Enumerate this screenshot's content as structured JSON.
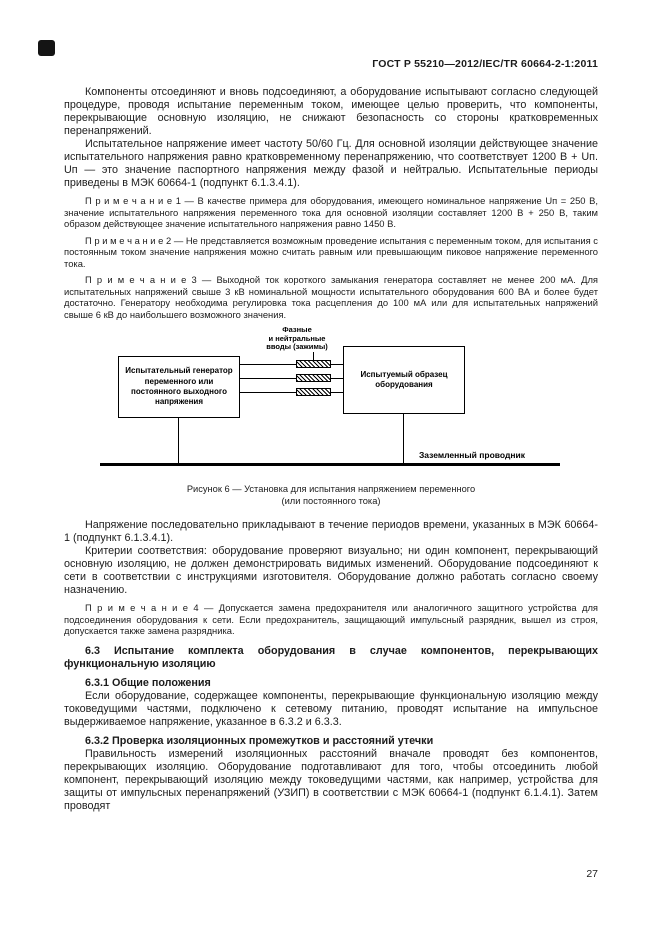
{
  "header": {
    "title": "ГОСТ Р 55210—2012/IEC/TR 60664-2-1:2011"
  },
  "content": {
    "p1": "Компоненты отсоединяют и вновь подсоединяют, а оборудование испытывают согласно следующей процедуре, проводя испытание переменным током, имеющее целью проверить, что компоненты, перекрывающие основную изоляцию, не снижают безопасность со стороны кратковременных перенапряжений.",
    "p2": "Испытательное напряжение имеет частоту 50/60 Гц. Для основной изоляции действующее значение испытательного напряжения равно кратковременному перенапряжению, что соответствует 1200 В + Uп. Uп — это значение паспортного напряжения между фазой и нейтралью. Испытательные периоды приведены в МЭК 60664-1 (подпункт 6.1.3.4.1).",
    "note1": "П р и м е ч а н и е  1 — В качестве примера для оборудования, имеющего номинальное напряжение Uп = 250 В, значение испытательного напряжения переменного тока для основной изоляции составляет 1200 В + 250 В, таким образом действующее значение испытательного напряжения равно 1450 В.",
    "note2": "П р и м е ч а н и е  2 — Не представляется возможным проведение испытания с переменным током, для испытания с постоянным током значение напряжения можно считать равным или превышающим пиковое напряжение переменного тока.",
    "note3": "П р и м е ч а н и е  3 — Выходной ток короткого замыкания генератора составляет не менее 200 мА. Для испытательных напряжений свыше 3 кВ номинальной мощности испытательного оборудования 600 ВА и более будет достаточно. Генератору необходима регулировка тока расцепления до 100 мА или для испытательных напряжений свыше 6 кВ до наибольшего возможного значения.",
    "p3": "Напряжение последовательно прикладывают в течение периодов времени, указанных в МЭК 60664-1 (подпункт 6.1.3.4.1).",
    "p4": "Критерии соответствия: оборудование проверяют визуально; ни один компонент, перекрывающий основную изоляцию, не должен демонстрировать видимых изменений. Оборудование подсоединяют к сети в соответствии с инструкциями изготовителя. Оборудование должно работать согласно своему назначению.",
    "note4": "П р и м е ч а н и е  4 — Допускается замена предохранителя или аналогичного защитного устройства для подсоединения оборудования к сети. Если предохранитель, защищающий импульсный разрядник, вышел из строя, допускается также замена разрядника.",
    "h63": "6.3 Испытание комплекта оборудования в случае компонентов, перекрывающих функциональную изоляцию",
    "h631": "6.3.1 Общие положения",
    "p5": "Если оборудование, содержащее компоненты, перекрывающие функциональную изоляцию между токоведущими частями, подключено к сетевому питанию, проводят испытание на импульсное выдерживаемое напряжение, указанное в 6.3.2 и 6.3.3.",
    "h632": "6.3.2 Проверка изоляционных промежутков и расстояний утечки",
    "p6": "Правильность измерений изоляционных расстояний вначале проводят без компонентов, перекрывающих изоляцию. Оборудование подготавливают для того, чтобы отсоединить любой компонент, перекрывающий изоляцию между токоведущими частями, как например, устройства для защиты от импульсных перенапряжений (УЗИП) в соответствии с МЭК 60664-1 (подпункт 6.1.4.1). Затем проводят"
  },
  "figure": {
    "terminals_line1": "Фазные",
    "terminals_line2": "и нейтральные",
    "terminals_line3": "вводы (зажимы)",
    "generator_label": "Испытательный генератор переменного или постоянного выходного напряжения",
    "sample_label": "Испытуемый образец оборудования",
    "ground_label": "Заземленный проводник",
    "caption_line1": "Рисунок 6 — Установка для испытания напряжением переменного",
    "caption_line2": "(или постоянного тока)"
  },
  "footer": {
    "page_number": "27"
  }
}
